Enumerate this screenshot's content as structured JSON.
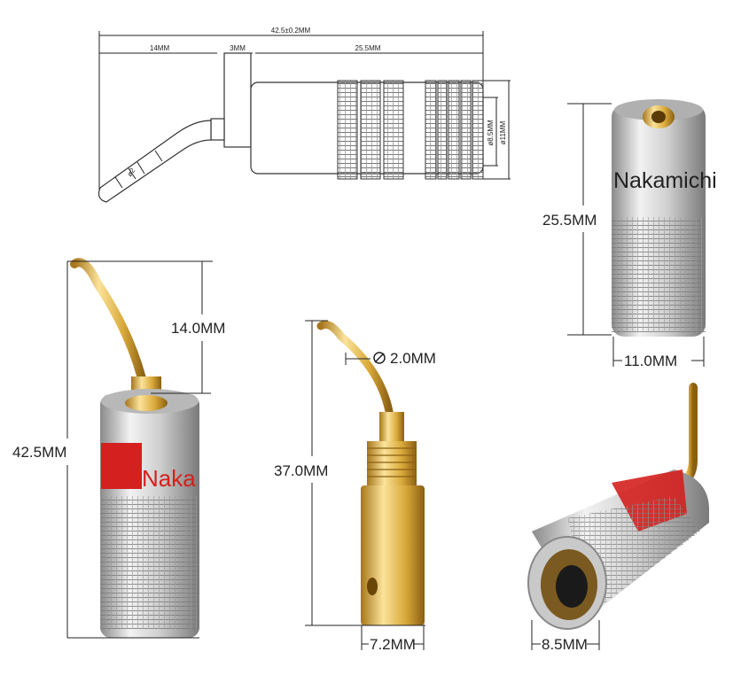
{
  "drawing": {
    "total_length": "42.5±0.2MM",
    "pin_length": "14MM",
    "collar_length": "3MM",
    "body_length": "25.5MM",
    "inner_diameter": "ø8.5MM",
    "outer_diameter": "ø11MM",
    "pin_diameter": "ø2"
  },
  "photos": {
    "brand_text": "Nakamichi",
    "brand_text_front": "Naka",
    "top_right": {
      "height": "25.5MM",
      "diameter": "11.0MM"
    },
    "left": {
      "pin_height": "14.0MM",
      "total_height": "42.5MM"
    },
    "middle": {
      "pin_diameter": "2.0MM",
      "height": "37.0MM",
      "width": "7.2MM"
    },
    "bottom_right": {
      "opening": "8.5MM"
    }
  },
  "colors": {
    "gold": "#d9a93a",
    "silver": "#c8c8c8",
    "red": "#d4201e"
  }
}
